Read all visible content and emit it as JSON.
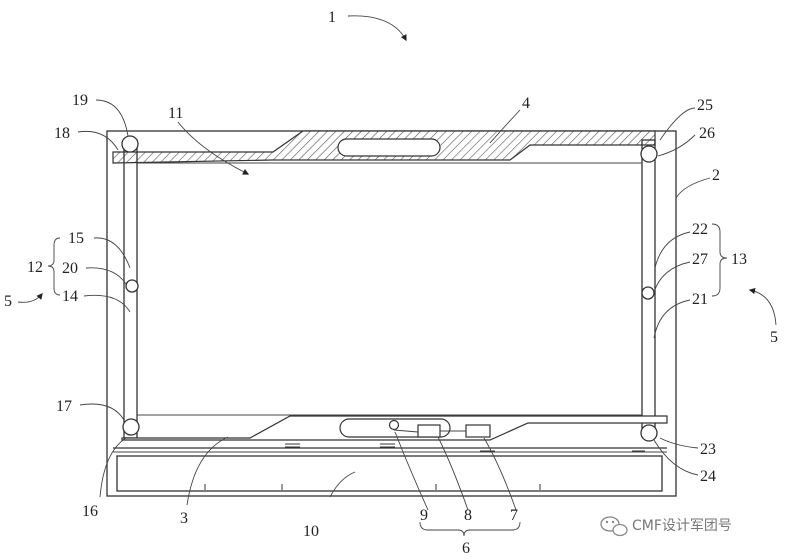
{
  "labels": {
    "n1": "1",
    "n2": "2",
    "n3": "3",
    "n4": "4",
    "n5_left": "5",
    "n5_right": "5",
    "n6": "6",
    "n7": "7",
    "n8": "8",
    "n9": "9",
    "n10": "10",
    "n11": "11",
    "n12": "12",
    "n13": "13",
    "n14": "14",
    "n15": "15",
    "n16": "16",
    "n17": "17",
    "n18": "18",
    "n19": "19",
    "n20": "20",
    "n21": "21",
    "n22": "22",
    "n23": "23",
    "n24": "24",
    "n25": "25",
    "n26": "26",
    "n27": "27"
  },
  "watermark": {
    "text": "CMF设计军团号"
  },
  "colors": {
    "line": "#333333",
    "hatch": "#555555",
    "background": "#ffffff"
  }
}
